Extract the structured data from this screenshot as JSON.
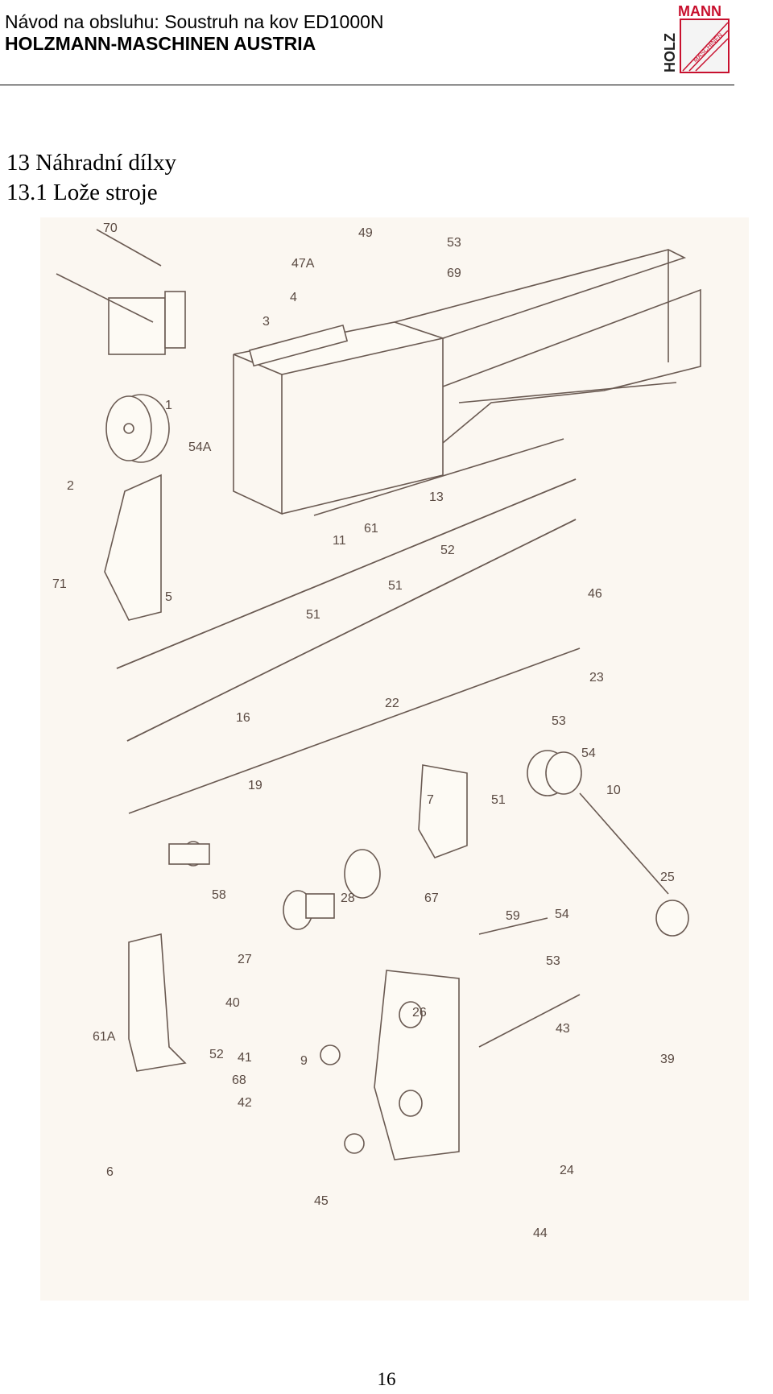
{
  "header": {
    "line1": "Návod na obsluhu: Soustruh na kov ED1000N",
    "line2": "HOLZMANN-MASCHINEN AUSTRIA"
  },
  "logo": {
    "word1": "HOLZ",
    "word2": "MANN",
    "word3": "MASCHINEN"
  },
  "section": {
    "heading": "13  Náhradní dílxy",
    "subheading": "13.1 Lože stroje"
  },
  "diagram_labels": [
    "70",
    "49",
    "53",
    "47A",
    "69",
    "4",
    "3",
    "1",
    "54A",
    "2",
    "13",
    "61",
    "11",
    "52",
    "71",
    "5",
    "51",
    "51",
    "46",
    "23",
    "16",
    "22",
    "53",
    "54",
    "19",
    "10",
    "7",
    "51",
    "25",
    "58",
    "28",
    "67",
    "59",
    "54",
    "27",
    "53",
    "40",
    "26",
    "9",
    "39",
    "61A",
    "52",
    "41",
    "68",
    "42",
    "43",
    "6",
    "24",
    "45",
    "44"
  ],
  "page_number": "16"
}
